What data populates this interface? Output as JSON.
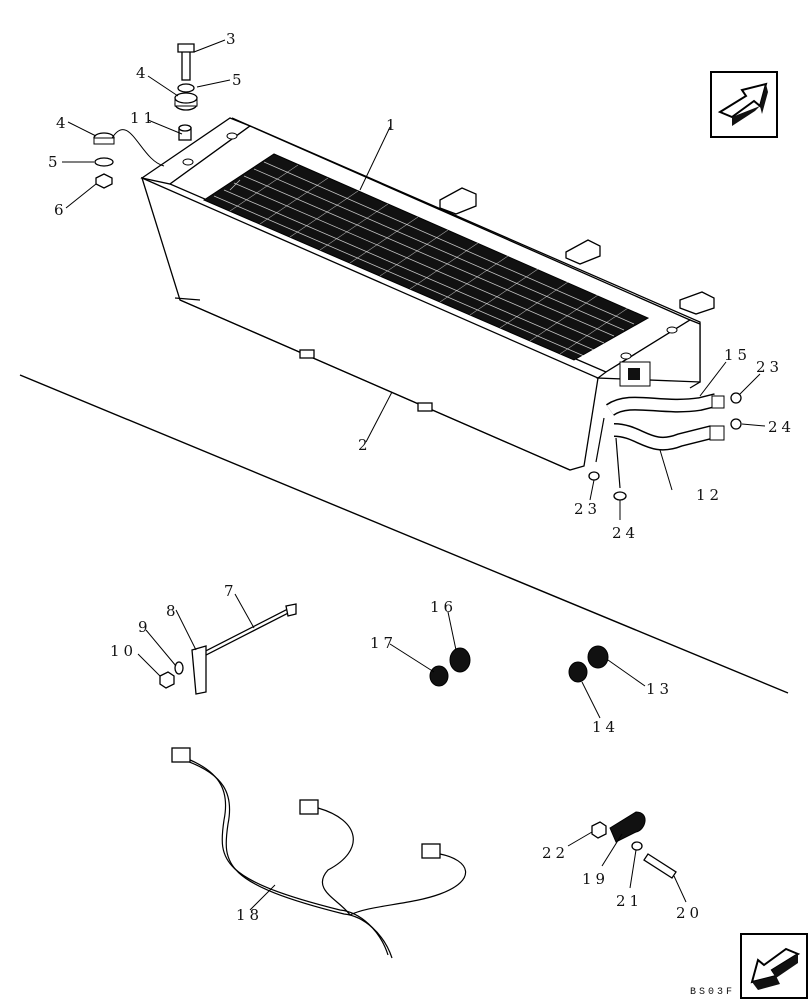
{
  "callouts": {
    "c1": "1",
    "c2": "2",
    "c3": "3",
    "c4a": "4",
    "c4b": "4",
    "c5a": "5",
    "c5b": "5",
    "c6": "6",
    "c7": "7",
    "c8": "8",
    "c9": "9",
    "c10": "10",
    "c11": "11",
    "c12": "12",
    "c13": "13",
    "c14": "14",
    "c15": "15",
    "c16": "16",
    "c17": "17",
    "c18": "18",
    "c19": "19",
    "c20": "20",
    "c21": "21",
    "c22": "22",
    "c23a": "23",
    "c23b": "23",
    "c24a": "24",
    "c24b": "24"
  },
  "drawing_code": "BS03F",
  "icons": {
    "next": "arrow-up-right-icon",
    "prev": "arrow-down-left-icon"
  }
}
